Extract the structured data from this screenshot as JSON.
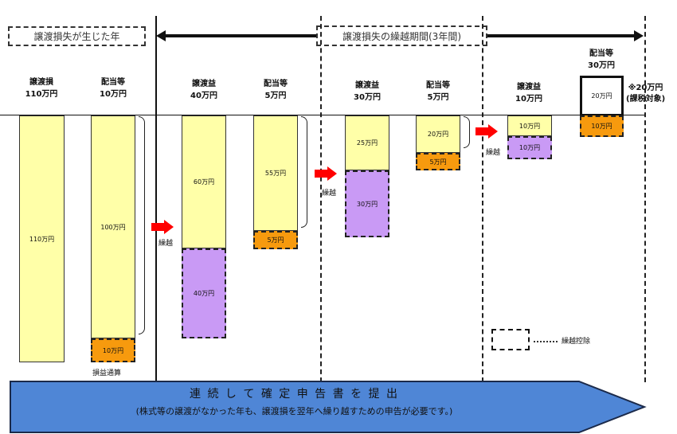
{
  "period_labels": {
    "loss_year": "譲渡損失が生じた年",
    "carryover_period": "譲渡損失の繰越期間(3年間)"
  },
  "headers": [
    {
      "l1": "譲渡損",
      "l2": "110万円"
    },
    {
      "l1": "配当等",
      "l2": "10万円"
    },
    {
      "l1": "譲渡益",
      "l2": "40万円"
    },
    {
      "l1": "配当等",
      "l2": "5万円"
    },
    {
      "l1": "譲渡益",
      "l2": "30万円"
    },
    {
      "l1": "配当等",
      "l2": "5万円"
    },
    {
      "l1": "譲渡益",
      "l2": "10万円"
    },
    {
      "l1": "配当等",
      "l2": "30万円"
    }
  ],
  "blocks": {
    "loss": "110万円",
    "div1_main": "100万円",
    "div1_offset": "10万円",
    "gain1_main": "60万円",
    "gain1_deduct": "40万円",
    "div2_main": "55万円",
    "div2_remain": "5万円",
    "gain2_main": "25万円",
    "gain2_deduct": "30万円",
    "div3_main": "20万円",
    "div3_remain": "5万円",
    "gain3_main": "10万円",
    "gain3_deduct": "10万円",
    "div4_taxed": "20万円",
    "div4_deduct": "10万円"
  },
  "offset_label": "損益通算",
  "carry_label": "繰越",
  "taxable_note": {
    "l1": "※20万円",
    "l2": "(課税対象)"
  },
  "legend": {
    "label": "繰越控除"
  },
  "banner": {
    "title": "連 続 し て 確 定 申 告 書 を 提 出",
    "subtitle": "(株式等の譲渡がなかった年も、譲渡損を翌年へ繰り越すための申告が必要です。)"
  },
  "colors": {
    "yellow": "#ffffa8",
    "orange": "#f79a0e",
    "purple": "#c99af5",
    "arrow_red": "#ff0000",
    "banner_blue": "#4f86d6"
  }
}
